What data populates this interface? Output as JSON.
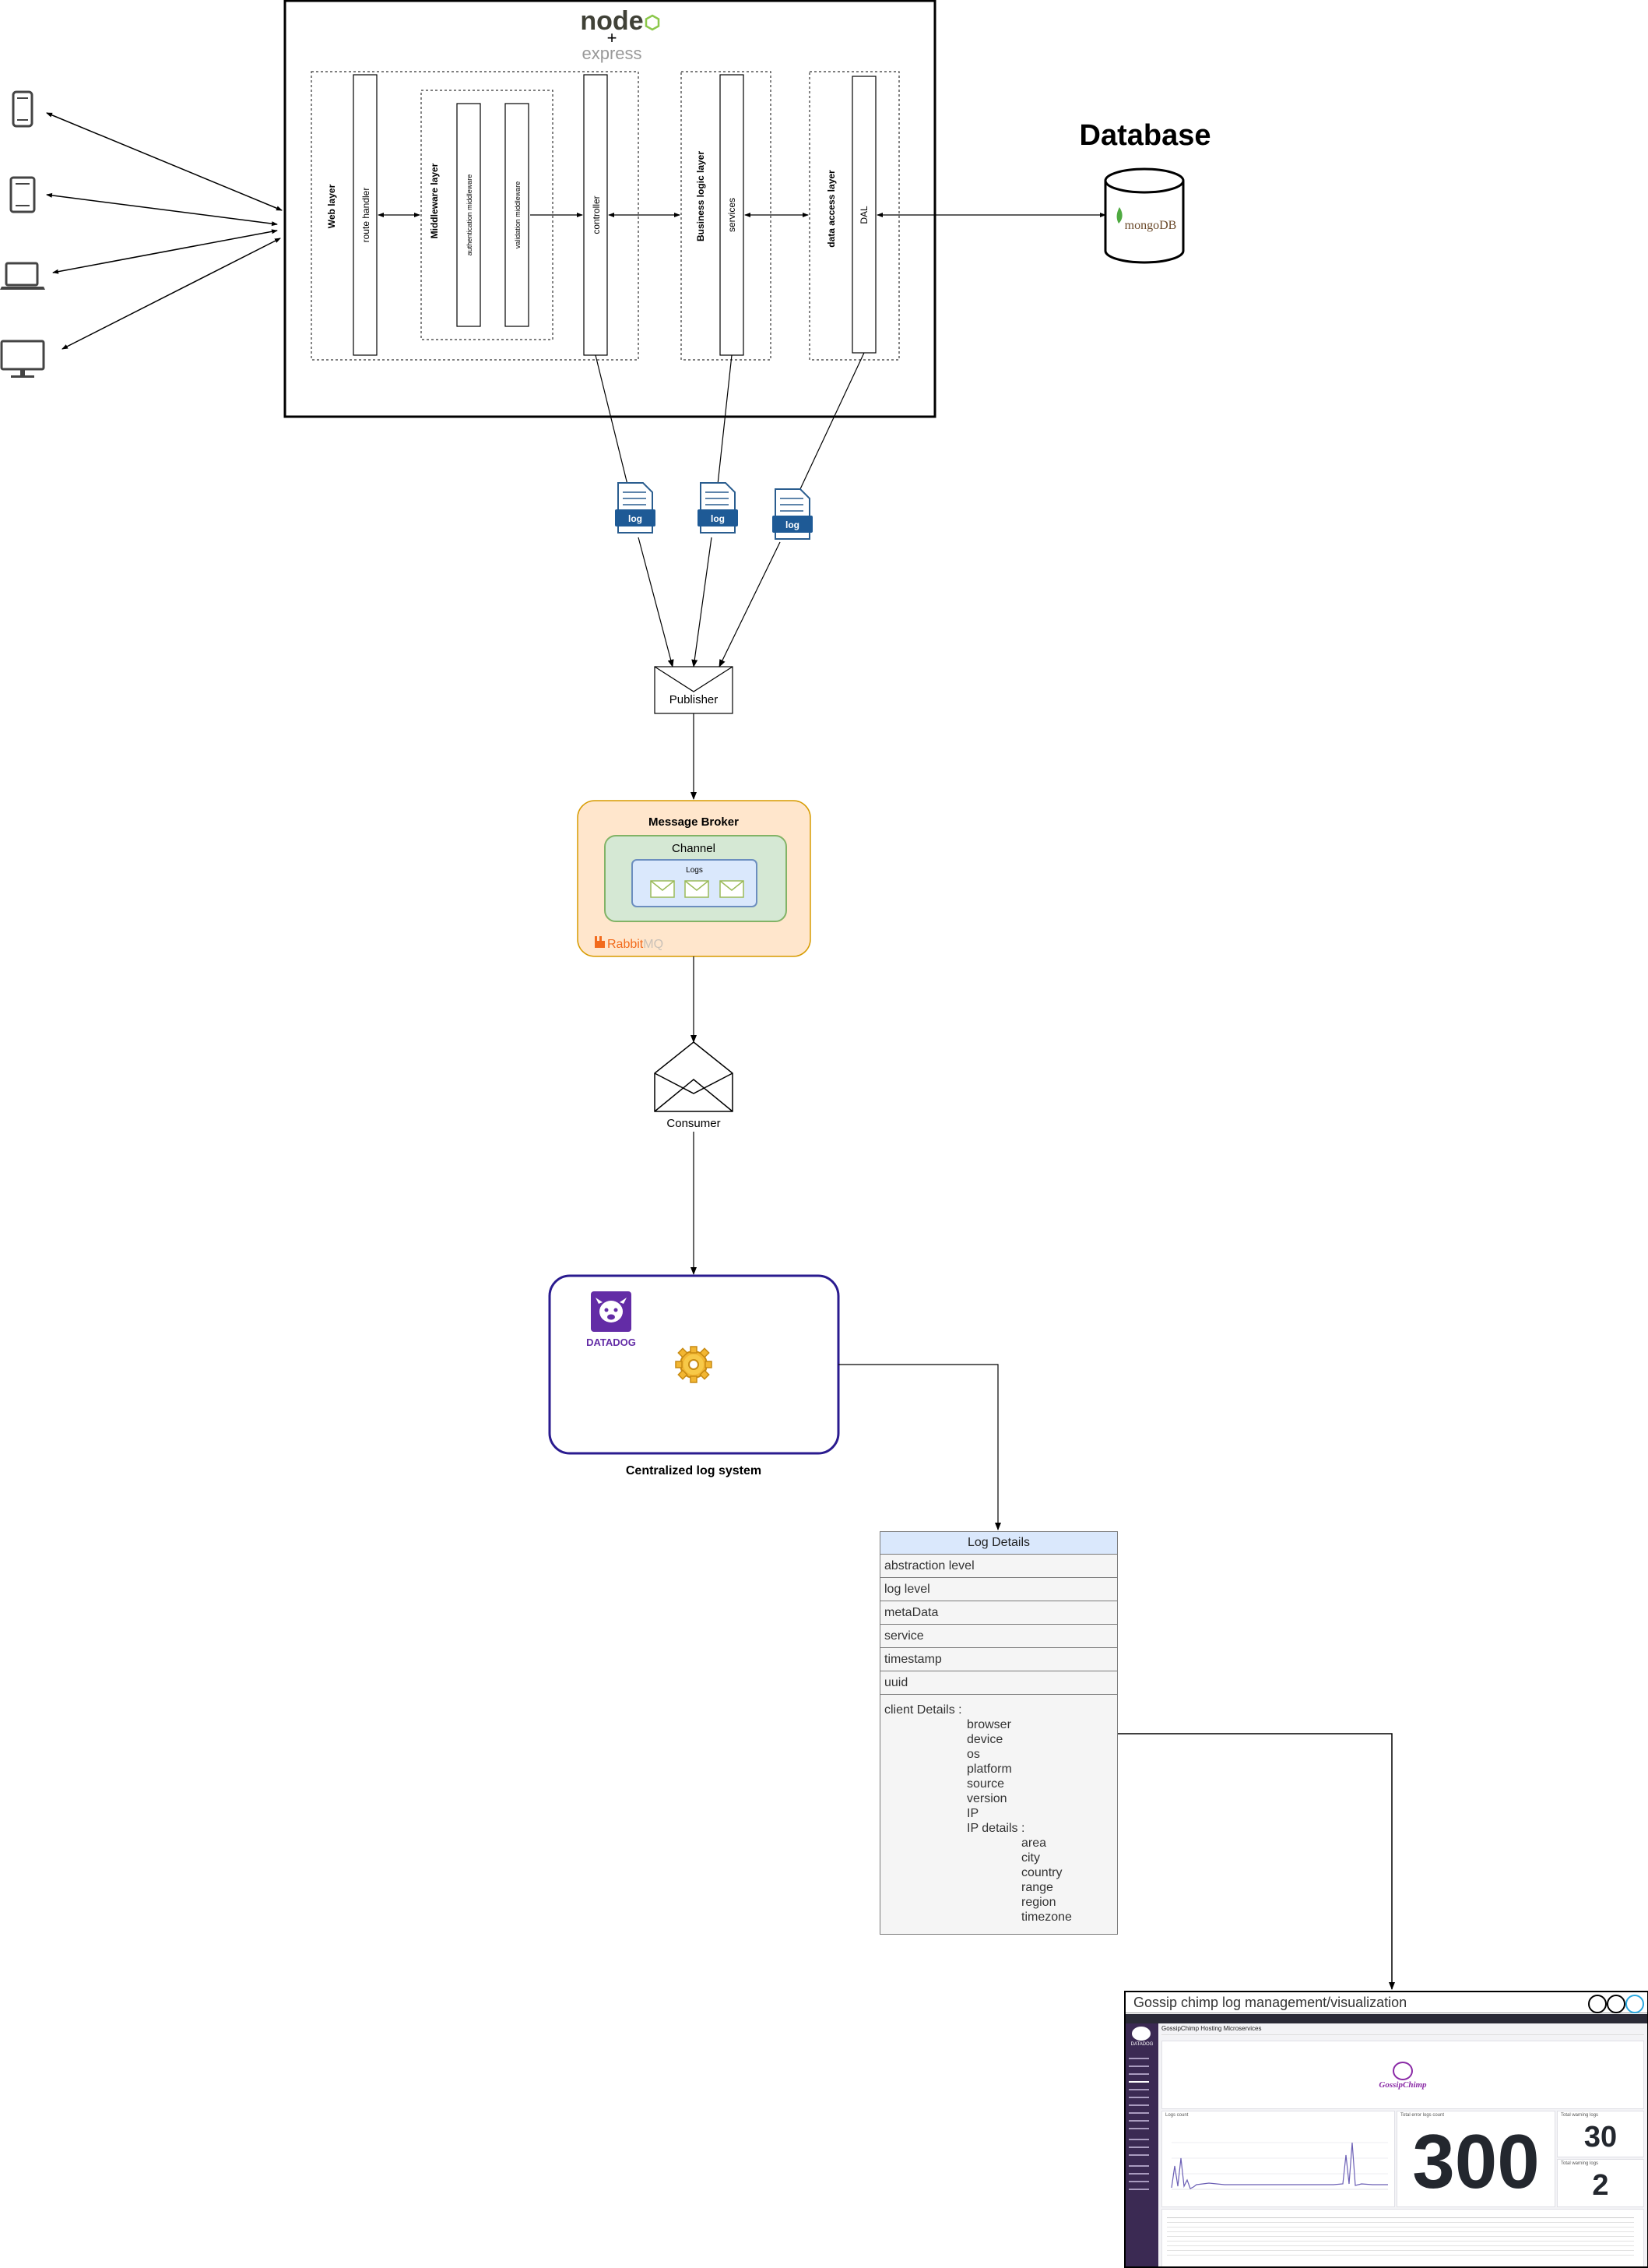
{
  "server": {
    "logo_top": "node",
    "logo_plus": "+",
    "logo_bottom": "express",
    "layers": {
      "web": "Web layer",
      "route_handler": "route handler",
      "middleware": "Middleware layer",
      "auth_middleware": "authentication middleware",
      "validation_middleware": "validation middleware",
      "controller": "controller",
      "business": "Business logic layer",
      "services": "services",
      "data_access": "data access layer",
      "dal": "DAL"
    }
  },
  "database": {
    "title": "Database",
    "name": "mongoDB"
  },
  "log_files": [
    "log",
    "log",
    "log"
  ],
  "publisher": {
    "label": "Publisher"
  },
  "broker": {
    "title": "Message Broker",
    "channel": "Channel",
    "queue": "Logs",
    "brand_a": "Rabbit",
    "brand_b": "MQ"
  },
  "consumer": {
    "label": "Consumer"
  },
  "central": {
    "brand": "DATADOG",
    "caption": "Centralized log system"
  },
  "log_details": {
    "header": "Log Details",
    "rows": [
      "abstraction level",
      "log level",
      "metaData",
      "service",
      "timestamp",
      "uuid"
    ],
    "client_title": "client Details :",
    "client_fields": [
      "browser",
      "device",
      "os",
      "platform",
      "source",
      "version",
      "IP"
    ],
    "ip_title": "IP details :",
    "ip_fields": [
      "area",
      "city",
      "country",
      "range",
      "region",
      "timezone"
    ]
  },
  "dashboard": {
    "title": "Gossip chimp log management/visualization",
    "app_title": "GossipChimp Hosting Microservices",
    "sidebar_brand": "DATADOG",
    "logo_text": "GossipChimp",
    "big_number": "300",
    "stat_top": "30",
    "stat_bottom": "2",
    "panel_titles": [
      "Logs count",
      "Total error logs count",
      "Total warning logs",
      "Total warning logs"
    ]
  }
}
